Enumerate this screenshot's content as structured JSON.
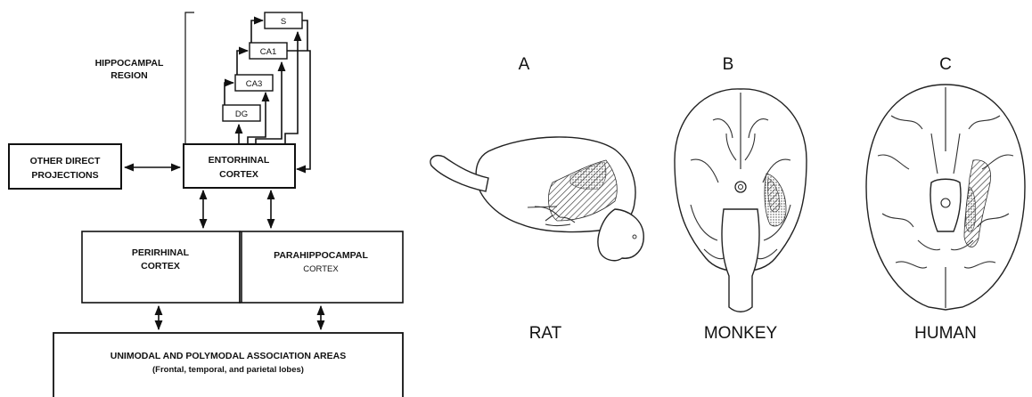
{
  "diagram": {
    "hippocampal_region": {
      "line1": "HIPPOCAMPAL",
      "line2": "REGION"
    },
    "subfields": {
      "s": "S",
      "ca1": "CA1",
      "ca3": "CA3",
      "dg": "DG"
    },
    "entorhinal": {
      "line1": "ENTORHINAL",
      "line2": "CORTEX"
    },
    "other_direct": {
      "line1": "OTHER DIRECT",
      "line2": "PROJECTIONS"
    },
    "perirhinal": {
      "line1": "PERIRHINAL",
      "line2": "CORTEX"
    },
    "parahippocampal": {
      "line1": "PARAHIPPOCAMPAL",
      "line2": "CORTEX"
    },
    "association": {
      "line1": "UNIMODAL AND POLYMODAL ASSOCIATION AREAS",
      "line2": "(Frontal, temporal, and parietal lobes)"
    }
  },
  "brains": {
    "a": {
      "letter": "A",
      "species": "RAT"
    },
    "b": {
      "letter": "B",
      "species": "MONKEY"
    },
    "c": {
      "letter": "C",
      "species": "HUMAN"
    }
  }
}
